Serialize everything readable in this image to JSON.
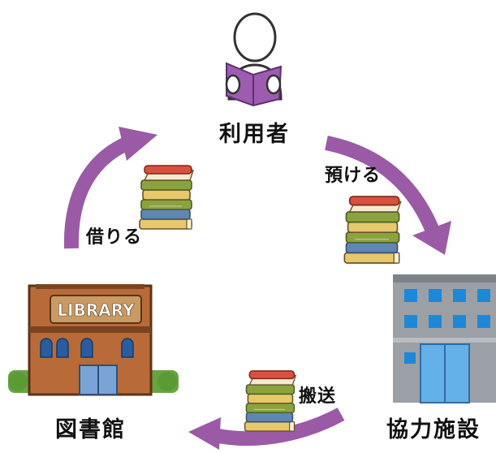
{
  "nodes": {
    "user": "利用者",
    "library": "図書館",
    "facility": "協力施設"
  },
  "edges": {
    "deposit": "預ける",
    "transport": "搬送",
    "borrow": "借りる"
  },
  "library_sign": "LIBRARY",
  "colors": {
    "arrow": "#9b5aa6",
    "book_red": "#d9513c",
    "book_green": "#8aa33e",
    "book_blue": "#5f86b5",
    "book_yellow": "#e7c86a",
    "brick": "#b86b38",
    "building_gray": "#9aa0a6",
    "window_blue": "#1e88d8"
  }
}
